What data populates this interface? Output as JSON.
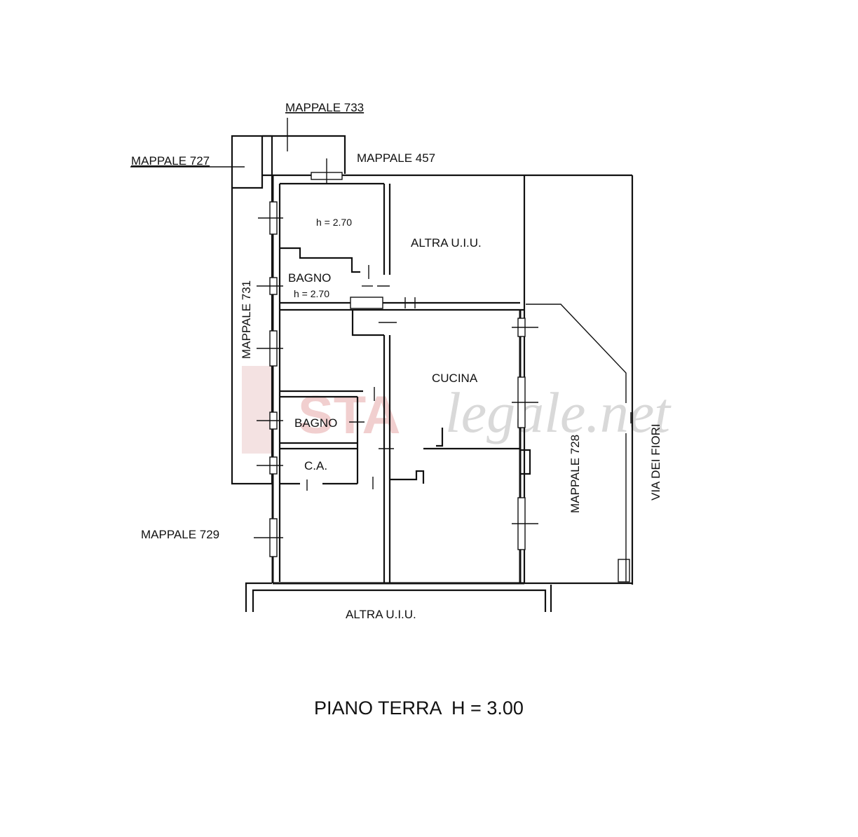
{
  "watermark": {
    "prefix": "STA",
    "suffix": "legale.net"
  },
  "labels": {
    "mappale_733": "MAPPALE 733",
    "mappale_727": "MAPPALE 727",
    "mappale_457": "MAPPALE 457",
    "mappale_731": "MAPPALE 731",
    "mappale_729": "MAPPALE 729",
    "mappale_728": "MAPPALE 728",
    "via_dei_fiori": "VIA DEI FIORI",
    "altra_uiu_top": "ALTRA U.I.U.",
    "altra_uiu_bottom": "ALTRA U.I.U."
  },
  "rooms": {
    "storage_height": "h = 2.70",
    "bagno_upper": "BAGNO",
    "bagno_upper_height": "h = 2.70",
    "cucina": "CUCINA",
    "bagno_lower": "BAGNO",
    "ca": "C.A."
  },
  "title": "PIANO TERRA  H = 3.00"
}
